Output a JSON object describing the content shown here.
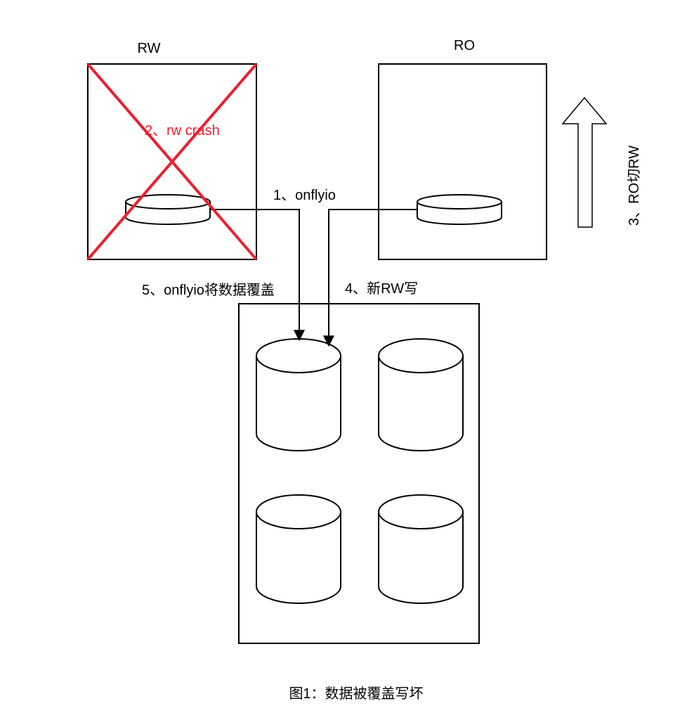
{
  "diagram": {
    "rw_node": {
      "title": "RW",
      "status": "crashed"
    },
    "ro_node": {
      "title": "RO"
    },
    "storage": {
      "disk_count": 4
    },
    "steps": {
      "step1": "1、onflyio",
      "step2": "2、rw crash",
      "step3": "3、RO切RW",
      "step4": "4、新RW写",
      "step5": "5、onflyio将数据覆盖"
    },
    "caption": "图1：数据被覆盖写坏",
    "colors": {
      "crash": "#e8202f",
      "stroke": "#000000",
      "background": "#ffffff"
    }
  }
}
